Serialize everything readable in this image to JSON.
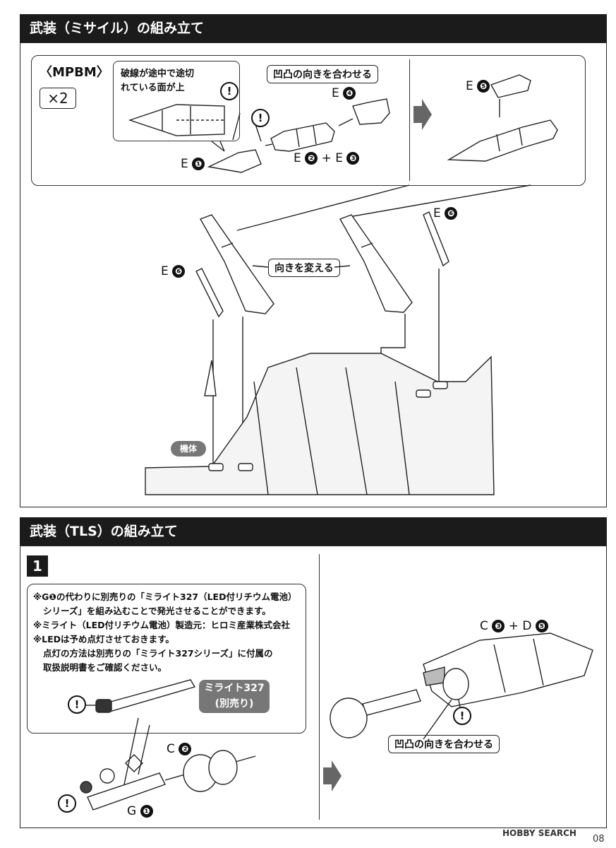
{
  "section1": {
    "title": "武装（ミサイル）の組み立て",
    "subtitle": "〈MPBM〉",
    "multiplier": "×2",
    "note": [
      "破線が途中で途切",
      "れている面が上"
    ],
    "align_label": "凹凸の向きを合わせる",
    "parts": {
      "e1": {
        "letter": "E",
        "num": "❶"
      },
      "e2e3": {
        "letter": "E",
        "num1": "❷",
        "plus": "+",
        "letter2": "E",
        "num2": "❸"
      },
      "e4": {
        "letter": "E",
        "num": "❹"
      },
      "e5": {
        "letter": "E",
        "num": "❺"
      },
      "e6a": {
        "letter": "E",
        "num": "❻"
      },
      "e6b": {
        "letter": "E",
        "num": "❻"
      }
    },
    "direction_label": "向きを変える",
    "body_label": "機体"
  },
  "section2": {
    "title": "武装（TLS）の組み立て",
    "step": "1",
    "notes": [
      "※G❶の代わりに別売りの「ミライト327（LED付リチウム電池）",
      "シリーズ」を組み込むことで発光させることができます。",
      "※ミライト（LED付リチウム電池）製造元：ヒロミ産業株式会社",
      "※LEDは予め点灯させておきます。",
      "点灯の方法は別売りの「ミライト327シリーズ」に付属の",
      "取扱説明書をご確認ください。"
    ],
    "mirite_label": [
      "ミライト327",
      "(別売り)"
    ],
    "c2": {
      "letter": "C",
      "num": "❷"
    },
    "g1": {
      "letter": "G",
      "num": "❶"
    },
    "c3d5": {
      "letter": "C",
      "num1": "❸",
      "plus": "+",
      "letter2": "D",
      "num2": "❺"
    },
    "align_label": "凹凸の向きを合わせる"
  },
  "warning_symbol": "!",
  "watermark": "HOBBY SEARCH",
  "page_number": "08"
}
